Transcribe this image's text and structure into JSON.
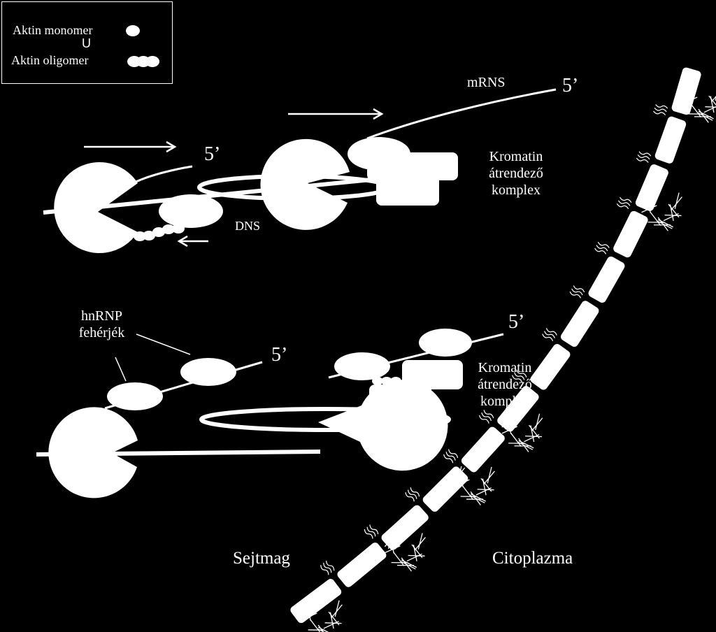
{
  "legend": {
    "monomer_label": "Aktin monomer",
    "symbol": "U",
    "oligomer_label": "Aktin oligomer"
  },
  "top": {
    "mrna_label": "mRNS",
    "five_prime_right": "5’",
    "five_prime_left": "5’",
    "dna_label": "DNS",
    "complex_label": [
      "Kromatin",
      "átrendező",
      "komplex"
    ]
  },
  "bottom": {
    "hnrnp_label": [
      "hnRNP",
      "fehérjék"
    ],
    "five_prime_mid": "5’",
    "five_prime_right": "5’",
    "complex_label": [
      "Kromatin",
      "átrendező",
      "komplex"
    ]
  },
  "regions": {
    "nucleus": "Sejtmag",
    "cytoplasm": "Citoplazma"
  }
}
